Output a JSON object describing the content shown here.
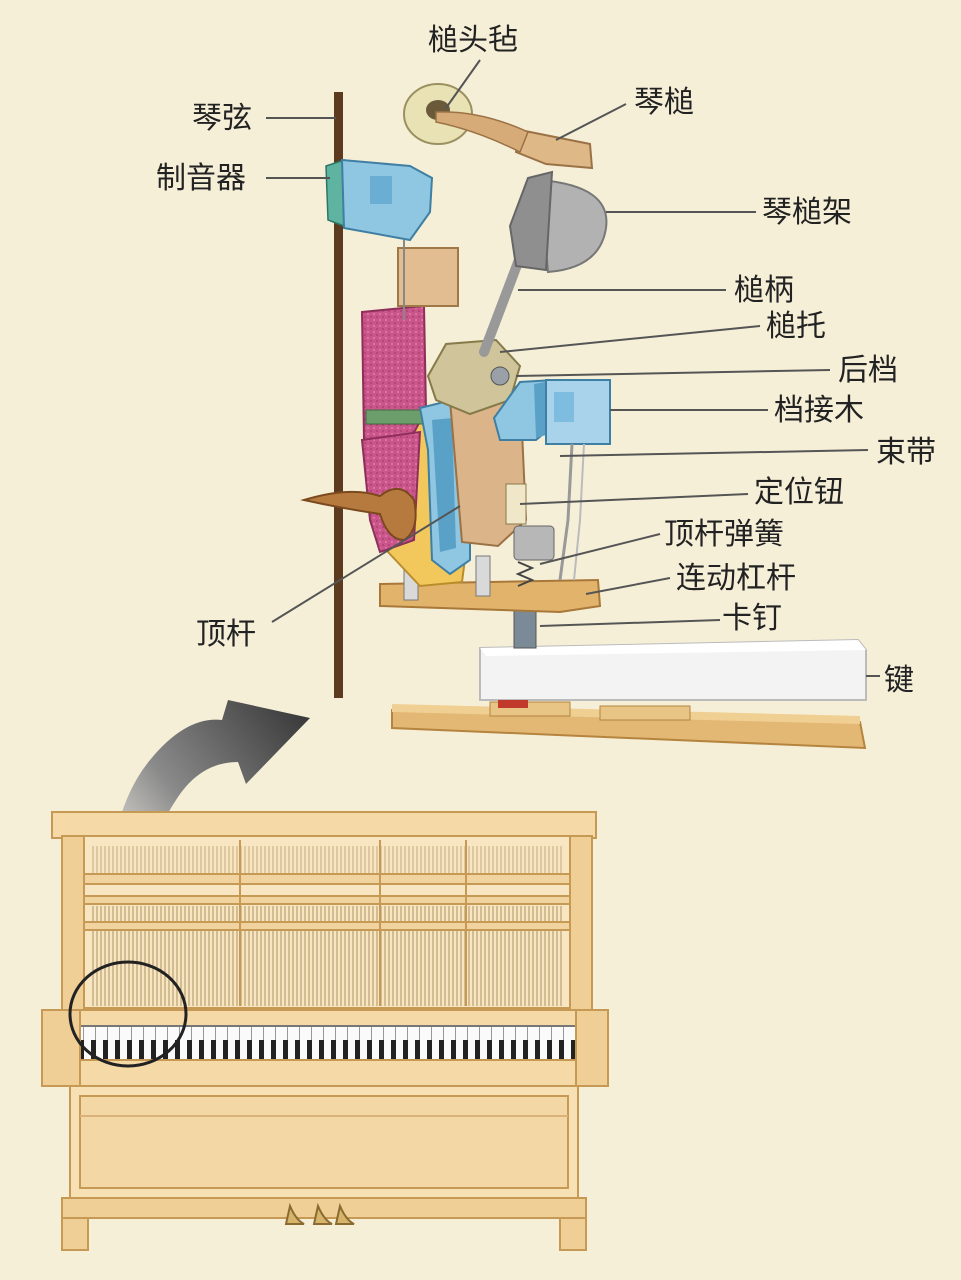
{
  "labels": {
    "hammer_felt": "槌头毡",
    "string": "琴弦",
    "hammer": "琴槌",
    "damper": "制音器",
    "hammer_rail": "琴槌架",
    "hammer_shank": "槌柄",
    "hammer_butt": "槌托",
    "back_check": "后档",
    "catcher": "档接木",
    "bridle_tape": "束带",
    "regulating_button": "定位钮",
    "jack_spring": "顶杆弹簧",
    "jack": "顶杆",
    "wippen": "连动杠杆",
    "capstan": "卡钉",
    "key": "键"
  },
  "colors": {
    "background": "#f6efd8",
    "wood": "#e7c896",
    "felt_pink": "#c9558a",
    "blue_part": "#8fc6e2",
    "gray_part": "#a9a9a9",
    "leader_line": "#555555"
  }
}
